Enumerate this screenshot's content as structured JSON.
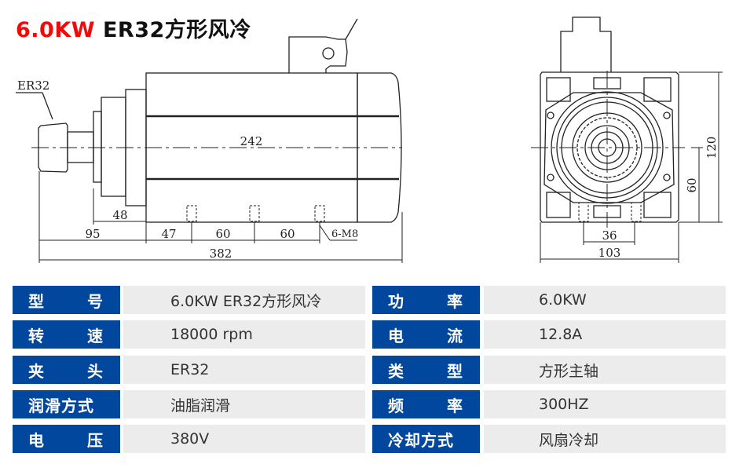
{
  "title": {
    "power": "6.0KW",
    "model": "ER32方形风冷"
  },
  "drawing": {
    "collet_label": "ER32",
    "dimensions": {
      "body_length": "242",
      "flange": "48",
      "front": "95",
      "hole_offset": "47",
      "hole_pitch_1": "60",
      "hole_pitch_2": "60",
      "holes": "6-M8",
      "total_length": "382",
      "height": "120",
      "center_height": "60",
      "hole_spacing": "36",
      "width": "103"
    }
  },
  "specs_left": [
    {
      "label": [
        "型",
        "号"
      ],
      "value": "6.0KW ER32方形风冷"
    },
    {
      "label": [
        "转",
        "速"
      ],
      "value": "18000 rpm"
    },
    {
      "label": [
        "夹",
        "头"
      ],
      "value": "ER32"
    },
    {
      "label": [
        "润滑方式"
      ],
      "value": "油脂润滑"
    },
    {
      "label": [
        "电",
        "压"
      ],
      "value": "380V"
    }
  ],
  "specs_right": [
    {
      "label": [
        "功",
        "率"
      ],
      "value": "6.0KW"
    },
    {
      "label": [
        "电",
        "流"
      ],
      "value": "12.8A"
    },
    {
      "label": [
        "类",
        "型"
      ],
      "value": "方形主轴"
    },
    {
      "label": [
        "频",
        "率"
      ],
      "value": "300HZ"
    },
    {
      "label": [
        "冷却方式"
      ],
      "value": "风扇冷却"
    }
  ],
  "colors": {
    "label_bg": "#00479d",
    "value_bg": "#ececec",
    "power_text": "#f00a0a"
  }
}
